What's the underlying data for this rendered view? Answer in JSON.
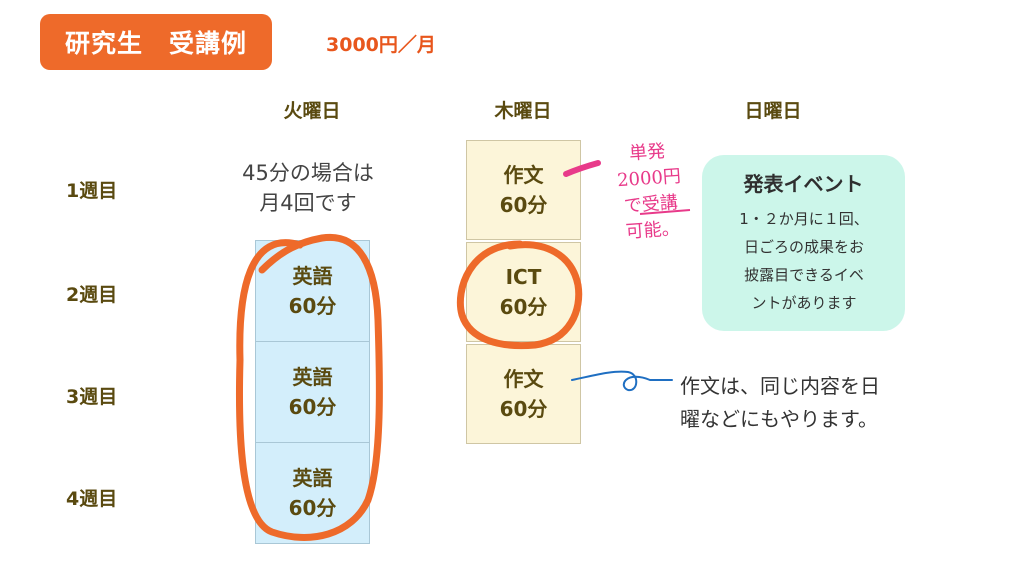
{
  "header": {
    "title": "研究生　受講例",
    "price": "3000円／月"
  },
  "days": [
    "火曜日",
    "木曜日",
    "日曜日"
  ],
  "weeks": [
    "1週目",
    "2週目",
    "3週目",
    "4週目"
  ],
  "tuesday": {
    "note_line1": "45分の場合は",
    "note_line2": "月4回です",
    "cells": [
      {
        "name": "英語",
        "duration": "60分"
      },
      {
        "name": "英語",
        "duration": "60分"
      },
      {
        "name": "英語",
        "duration": "60分"
      }
    ]
  },
  "thursday": {
    "cells": [
      {
        "name": "作文",
        "duration": "60分"
      },
      {
        "name": "ICT",
        "duration": "60分"
      },
      {
        "name": "作文",
        "duration": "60分"
      }
    ]
  },
  "sunday": {
    "event_title": "発表イベント",
    "event_line1": "1・２か月に１回、",
    "event_line2": "日ごろの成果をお",
    "event_line3": "披露目できるイベ",
    "event_line4": "ントがあります"
  },
  "handwritten_note": {
    "line1": "単発",
    "line2": "2000円",
    "line3": "で受講",
    "line4": "可能。"
  },
  "sakubun_note": {
    "line1": "作文は、同じ内容を日",
    "line2": "曜などにもやります。"
  },
  "colors": {
    "accent_orange": "#ee6a2a",
    "tuesday_cell": "#d3eefb",
    "thursday_cell": "#fcf5d9",
    "event_box": "#ccf6ea",
    "handwriting_pink": "#e83a8a",
    "handwriting_blue": "#1f6fc2"
  }
}
